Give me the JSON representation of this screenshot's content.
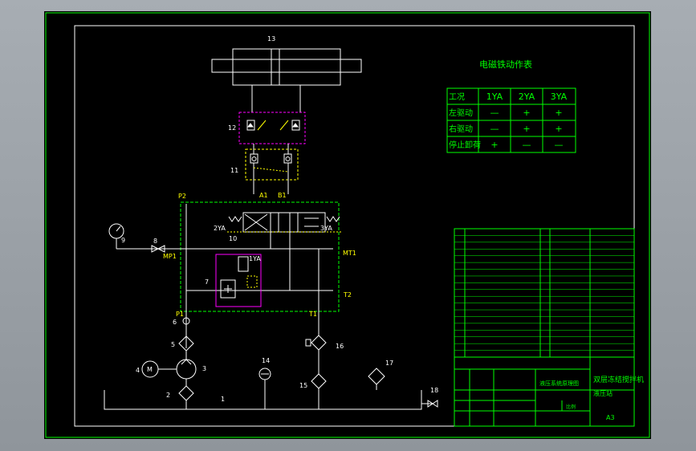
{
  "diagram": {
    "labels": {
      "cylinder": "13",
      "throttle_block": "12",
      "check_block": "11",
      "directional_valve": "10",
      "gauge": "9",
      "gauge_valve": "8",
      "relief_valve": "7",
      "pump_filter": "6",
      "filter": "5",
      "motor_num": "4",
      "pump": "3",
      "suction_filter": "2",
      "tank": "1",
      "level_gauge": "14",
      "return_filter": "15",
      "cooler": "16",
      "air_filter": "17",
      "drain_valve": "18"
    },
    "motor_symbol": "M",
    "ports": {
      "P2": "P2",
      "A1": "A1",
      "B1": "B1",
      "MP1": "MP1",
      "MT1": "MT1",
      "T2": "T2",
      "P1": "P1",
      "T1": "T1"
    },
    "solenoids": {
      "left": "2YA",
      "right": "3YA",
      "relief": "1YA"
    }
  },
  "action_table": {
    "title": "电磁铁动作表",
    "headers": [
      "工况",
      "1YA",
      "2YA",
      "3YA"
    ],
    "rows": [
      [
        "左驱动",
        "—",
        "+",
        "+"
      ],
      [
        "右驱动",
        "—",
        "+",
        "+"
      ],
      [
        "停止卸荷",
        "+",
        "—",
        "—"
      ]
    ]
  },
  "title_block": {
    "drawing_name": "液压系统原理图",
    "org": "双层冻结搅拌机",
    "scale_label": "比例",
    "sheet_size": "A3",
    "sub": "液压站",
    "parts_rows": 19
  }
}
